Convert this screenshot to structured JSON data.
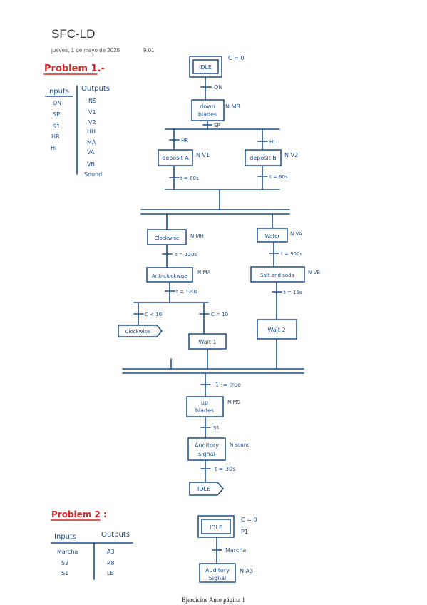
{
  "header": {
    "title": "SFC-LD",
    "date": "jueves, 1 de mayo de 2025",
    "time": "9:01"
  },
  "problem1": {
    "heading": "Problem 1.-",
    "table": {
      "inputs_header": "Inputs",
      "outputs_header": "Outputs",
      "inputs": [
        "ON",
        "SP",
        "S1",
        "HR",
        "HI"
      ],
      "outputs": [
        "NS",
        "V1",
        "V2",
        "HH",
        "MA",
        "VA",
        "VB",
        "Sound"
      ]
    },
    "sfc": {
      "idle": "IDLE",
      "idle_action": "C = 0",
      "t_on": "ON",
      "down": [
        "down",
        "blades"
      ],
      "down_action": "N MB",
      "t_sp": "SP",
      "t_hr": "HR",
      "t_hi": "HI",
      "deposit_a": "deposit A",
      "deposit_a_action": "N V1",
      "deposit_b": "deposit B",
      "deposit_b_action": "N V2",
      "t_60_a": "t = 60s",
      "t_60_b": "t = 60s",
      "clockwise": "Clockwise",
      "clockwise_action": "N MH",
      "t_120_a": "t = 120s",
      "anti": "Anti-clockwise",
      "anti_action": "N MA",
      "t_120_b": "t = 120s",
      "t_c_less": "C < 10",
      "t_c_eq": "C = 10",
      "clockwise_jump": "Clockwise",
      "wait1": "Wait 1",
      "water": "Water",
      "water_action": "N VA",
      "t_300": "t = 300s",
      "salt": "Salt and soda",
      "salt_action": "N VB",
      "t_15": "t = 15s",
      "wait2": "Wait 2",
      "t_true": "1 := true",
      "up": [
        "up",
        "blades"
      ],
      "up_action": "N MS",
      "t_s1": "S1",
      "auditory": [
        "Auditory",
        "signal"
      ],
      "auditory_action": "N sound",
      "t_30": "t = 30s",
      "idle_jump": "IDLE"
    }
  },
  "problem2": {
    "heading": "Problem 2 :",
    "table": {
      "inputs_header": "Inputs",
      "outputs_header": "Outputs",
      "inputs": [
        "Marcha",
        "S2",
        "S1"
      ],
      "outputs": [
        "A3",
        "R8",
        "LB"
      ]
    },
    "sfc": {
      "idle": "IDLE",
      "idle_action_1": "C = 0",
      "idle_action_2": "P1",
      "t_marcha": "Marcha",
      "auditory": [
        "Auditory",
        "Signal"
      ],
      "auditory_action": "N A3"
    }
  },
  "footer": "Ejercicios Auto página 1",
  "colors": {
    "ink": "#1d4e8a",
    "heading": "#d12a2a"
  }
}
